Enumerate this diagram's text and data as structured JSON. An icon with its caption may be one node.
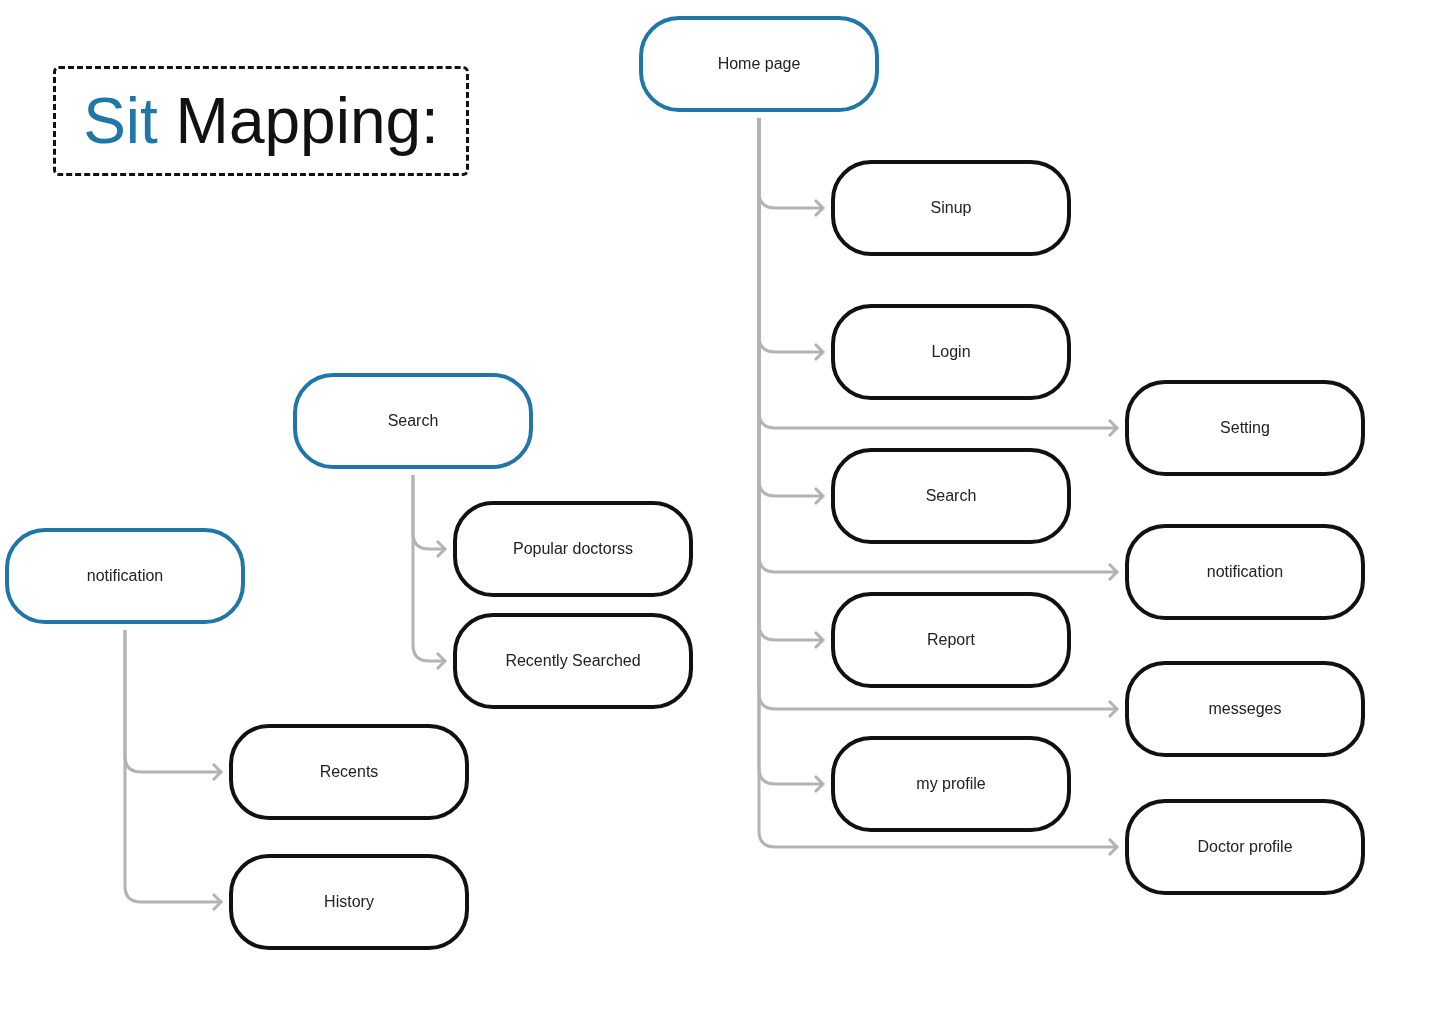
{
  "diagram": {
    "title": "Sit Mapping:",
    "nodes": [
      {
        "text": [
          "Home page"
        ]
      },
      {
        "text": [
          "Sinup"
        ]
      },
      {
        "text": [
          "Login"
        ]
      },
      {
        "text": [
          "Setting"
        ]
      },
      {
        "text": [
          "Search"
        ]
      },
      {
        "text": [
          "notification"
        ]
      },
      {
        "text": [
          "Report"
        ]
      },
      {
        "text": [
          "messeges"
        ]
      },
      {
        "text": [
          "my profile"
        ]
      },
      {
        "text": [
          "Doctor profile"
        ]
      },
      {
        "text": [
          "Search"
        ]
      },
      {
        "text": [
          "Popular doctorss"
        ]
      },
      {
        "text": [
          "Recently Searched"
        ]
      },
      {
        "text": [
          "notification"
        ]
      },
      {
        "text": [
          "Recents"
        ]
      },
      {
        "text": [
          "History"
        ]
      }
    ],
    "edges": [
      {
        "from": 0,
        "to": 1,
        "arrow": "to"
      },
      {
        "from": 0,
        "to": 2,
        "arrow": "to"
      },
      {
        "from": 0,
        "to": 3,
        "arrow": "to"
      },
      {
        "from": 0,
        "to": 4,
        "arrow": "to"
      },
      {
        "from": 0,
        "to": 5,
        "arrow": "to"
      },
      {
        "from": 0,
        "to": 6,
        "arrow": "to"
      },
      {
        "from": 0,
        "to": 7,
        "arrow": "to"
      },
      {
        "from": 0,
        "to": 8,
        "arrow": "to"
      },
      {
        "from": 0,
        "to": 9,
        "arrow": "to"
      },
      {
        "from": 10,
        "to": 11,
        "arrow": "to"
      },
      {
        "from": 10,
        "to": 12,
        "arrow": "to"
      },
      {
        "from": 13,
        "to": 14,
        "arrow": "to"
      },
      {
        "from": 13,
        "to": 15,
        "arrow": "to"
      }
    ]
  }
}
